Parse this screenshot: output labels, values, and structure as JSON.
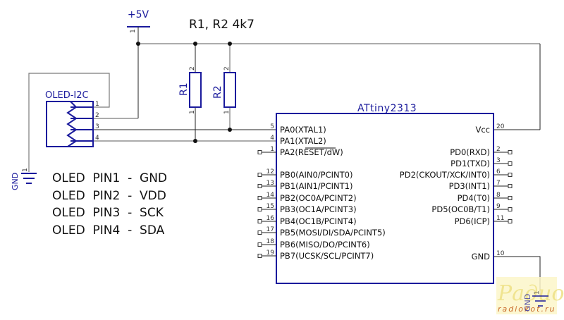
{
  "power": {
    "label": "+5V",
    "pin": "1"
  },
  "resistors": {
    "header": "R1,  R2  4k7",
    "items": [
      {
        "ref": "R1",
        "pin_top": "2",
        "pin_bottom": "1"
      },
      {
        "ref": "R2",
        "pin_top": "2",
        "pin_bottom": "1"
      }
    ]
  },
  "connector": {
    "title": "OLED-I2C",
    "pins": [
      "1",
      "2",
      "3",
      "4"
    ]
  },
  "ground_left": {
    "label": "GND",
    "pin": "1"
  },
  "ground_right": {
    "label": "GND",
    "pin": "1"
  },
  "notes": [
    "OLED  PIN1  -  GND",
    "OLED  PIN2  -  VDD",
    "OLED  PIN3  -  SCK",
    "OLED  PIN4  -  SDA"
  ],
  "mcu": {
    "title": "ATtiny2313",
    "left_pins": [
      {
        "num": "5",
        "name": "PA0(XTAL1)"
      },
      {
        "num": "4",
        "name": "PA1(XTAL2)"
      },
      {
        "num": "1",
        "name": "PA2(RESET/dW)"
      },
      {
        "num": "12",
        "name": "PB0(AIN0/PCINT0)"
      },
      {
        "num": "13",
        "name": "PB1(AIN1/PCINT1)"
      },
      {
        "num": "14",
        "name": "PB2(OC0A/PCINT2)"
      },
      {
        "num": "15",
        "name": "PB3(OC1A/PCINT3)"
      },
      {
        "num": "16",
        "name": "PB4(OC1B/PCINT4)"
      },
      {
        "num": "17",
        "name": "PB5(MOSI/DI/SDA/PCINT5)"
      },
      {
        "num": "18",
        "name": "PB6(MISO/DO/PCINT6)"
      },
      {
        "num": "19",
        "name": "PB7(UCSK/SCL/PCINT7)"
      }
    ],
    "right_pins": [
      {
        "num": "20",
        "name": "Vcc"
      },
      {
        "num": "2",
        "name": "PD0(RXD)"
      },
      {
        "num": "3",
        "name": "PD1(TXD)"
      },
      {
        "num": "6",
        "name": "PD2(CKOUT/XCK/INT0)"
      },
      {
        "num": "7",
        "name": "PD3(INT1)"
      },
      {
        "num": "8",
        "name": "PD4(T0)"
      },
      {
        "num": "9",
        "name": "PD5(OC0B/T1)"
      },
      {
        "num": "11",
        "name": "PD6(ICP)"
      },
      {
        "num": "10",
        "name": "GND"
      }
    ]
  },
  "watermark": {
    "big": "Радио КОТ",
    "small": "radiokot.ru"
  }
}
